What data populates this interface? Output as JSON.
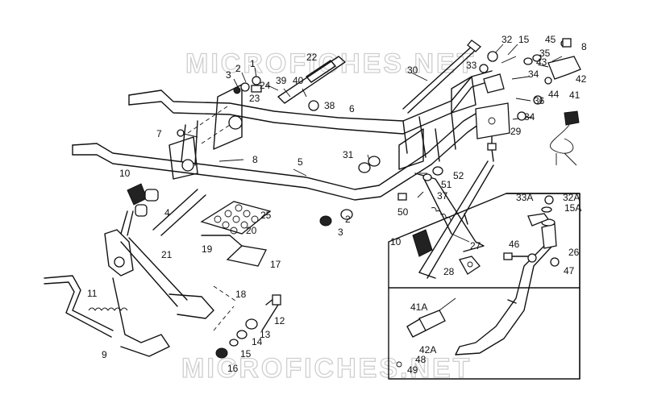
{
  "watermark": "MICROFICHES.NET",
  "labels": {
    "l1": "1",
    "l2": "2",
    "l3": "3",
    "l4": "4",
    "l5": "5",
    "l6": "6",
    "l7": "7",
    "l8a": "8",
    "l8b": "8",
    "l9": "9",
    "l10a": "10",
    "l10b": "10",
    "l11": "11",
    "l12": "12",
    "l13": "13",
    "l14": "14",
    "l15a": "15",
    "l15b": "15",
    "l16": "16",
    "l17": "17",
    "l18": "18",
    "l19": "19",
    "l20": "20",
    "l21": "21",
    "l22": "22",
    "l23": "23",
    "l24": "24",
    "l25": "25",
    "l26": "26",
    "l27": "27",
    "l28": "28",
    "l29": "29",
    "l30": "30",
    "l31": "31",
    "l32": "32",
    "l33": "33",
    "l34a": "34",
    "l34b": "34",
    "l35": "35",
    "l36": "36",
    "l37": "37",
    "l38": "38",
    "l39": "39",
    "l40": "40",
    "l41": "41",
    "l42": "42",
    "l43": "43",
    "l44": "44",
    "l45": "45",
    "l46": "46",
    "l47": "47",
    "l48": "48",
    "l49": "49",
    "l50": "50",
    "l51": "51",
    "l52": "52",
    "l2b": "2",
    "l3b": "3",
    "l33A": "33A",
    "l32A": "32A",
    "l15A": "15A",
    "l41A": "41A",
    "l42A": "42A"
  }
}
